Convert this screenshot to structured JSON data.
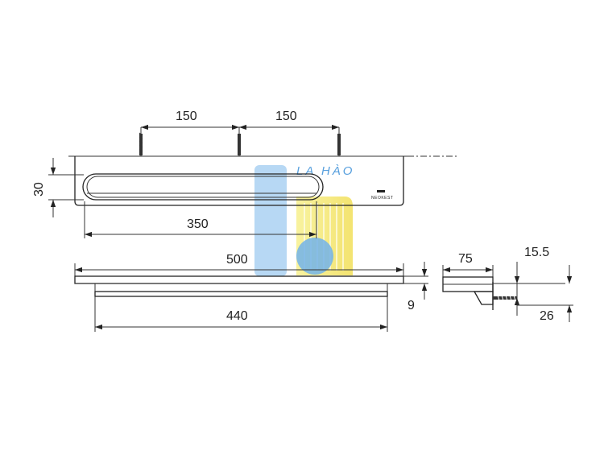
{
  "drawing": {
    "watermark_text": "LA HÀO",
    "brand_label": "NEOKEST",
    "dimensions": {
      "screw_spacing_1": "150",
      "screw_spacing_2": "150",
      "shelf_height": "30",
      "slot_length": "350",
      "total_length": "500",
      "bottom_length": "440",
      "thickness": "9",
      "side_depth": "75",
      "screw_offset": "15.5",
      "side_height": "26"
    },
    "colors": {
      "line": "#222222",
      "watermark_blue": "#3a8fd8",
      "watermark_yellow": "#f2e24a"
    }
  }
}
